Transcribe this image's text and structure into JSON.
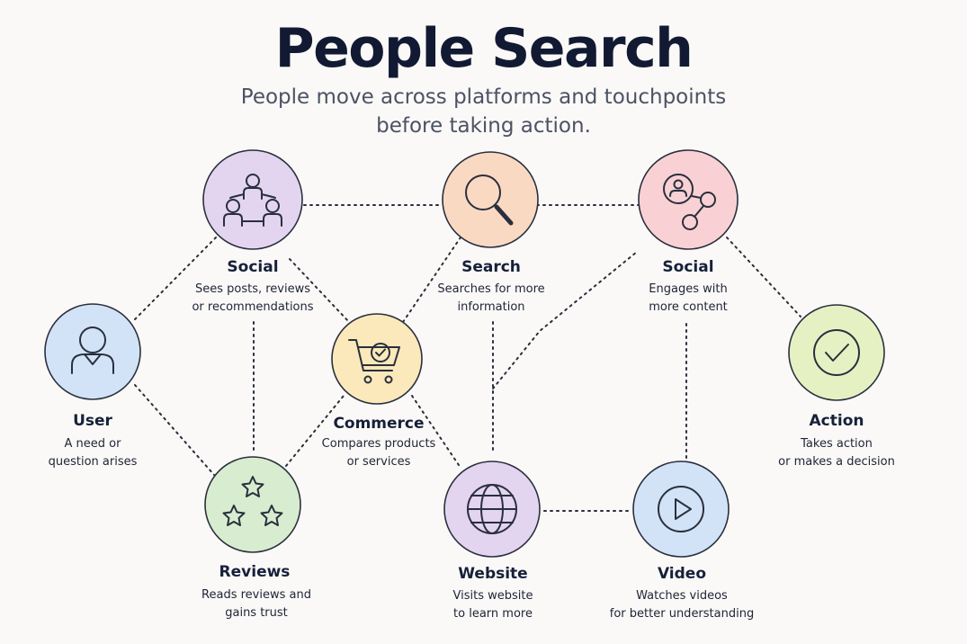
{
  "header": {
    "title": "People Search",
    "subtitle_line1": "People move across platforms and touchpoints",
    "subtitle_line2": "before taking action."
  },
  "colors": {
    "purple": "#e3d5f0",
    "orange": "#fad9c3",
    "pink": "#f9d1d4",
    "blue": "#d2e3f7",
    "green": "#d8eccf",
    "yellow": "#fbe9bb",
    "lime": "#e6f1c3"
  },
  "nodes": {
    "user": {
      "label": "User",
      "desc1": "A need or",
      "desc2": "question arises",
      "icon": "user-icon"
    },
    "social1": {
      "label": "Social",
      "desc1": "Sees posts, reviews",
      "desc2": "or recommendations",
      "icon": "people-network-icon"
    },
    "reviews": {
      "label": "Reviews",
      "desc1": "Reads reviews and",
      "desc2": "gains trust",
      "icon": "stars-icon"
    },
    "commerce": {
      "label": "Commerce",
      "desc1": "Compares products",
      "desc2": "or services",
      "icon": "shopping-cart-icon"
    },
    "search": {
      "label": "Search",
      "desc1": "Searches for more",
      "desc2": "information",
      "icon": "search-icon"
    },
    "website": {
      "label": "Website",
      "desc1": "Visits website",
      "desc2": "to learn more",
      "icon": "globe-icon"
    },
    "social2": {
      "label": "Social",
      "desc1": "Engages with",
      "desc2": "more content",
      "icon": "share-profile-icon"
    },
    "video": {
      "label": "Video",
      "desc1": "Watches videos",
      "desc2": "for better understanding",
      "icon": "play-icon"
    },
    "action": {
      "label": "Action",
      "desc1": "Takes action",
      "desc2": "or makes a decision",
      "icon": "check-icon"
    }
  }
}
